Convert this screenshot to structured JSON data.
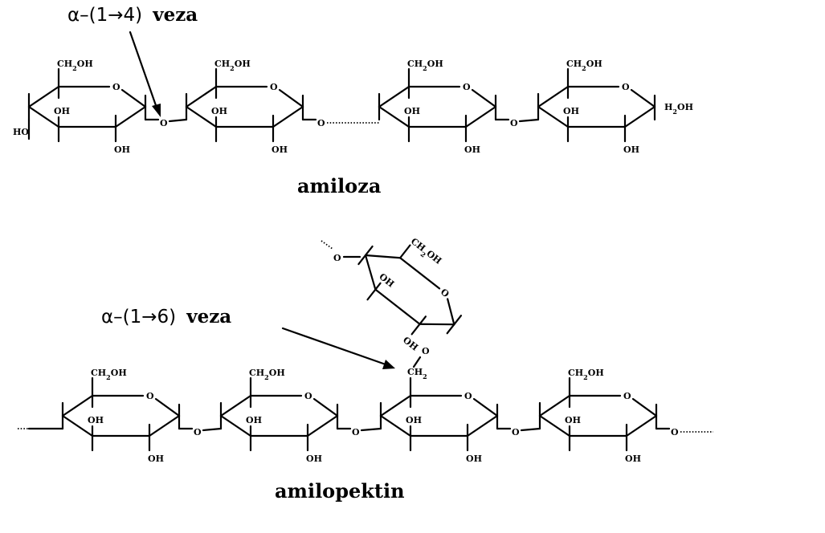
{
  "amylose": {
    "link_label": "α–(1→4)",
    "link_word": "veza",
    "caption": "amiloza",
    "ring_labels": {
      "ch2oh": "CH2OH",
      "ring_o": "O",
      "oh": "OH"
    },
    "left_end": "HO",
    "right_end": "H2OH",
    "bridge_o": "O"
  },
  "amylopectin": {
    "link_label": "α–(1→6)",
    "link_word": "veza",
    "caption": "amilopektin",
    "branch_ch2": "CH2",
    "ring_labels": {
      "ch2oh": "CH2OH",
      "ring_o": "O",
      "oh": "OH"
    },
    "bridge_o": "O"
  }
}
